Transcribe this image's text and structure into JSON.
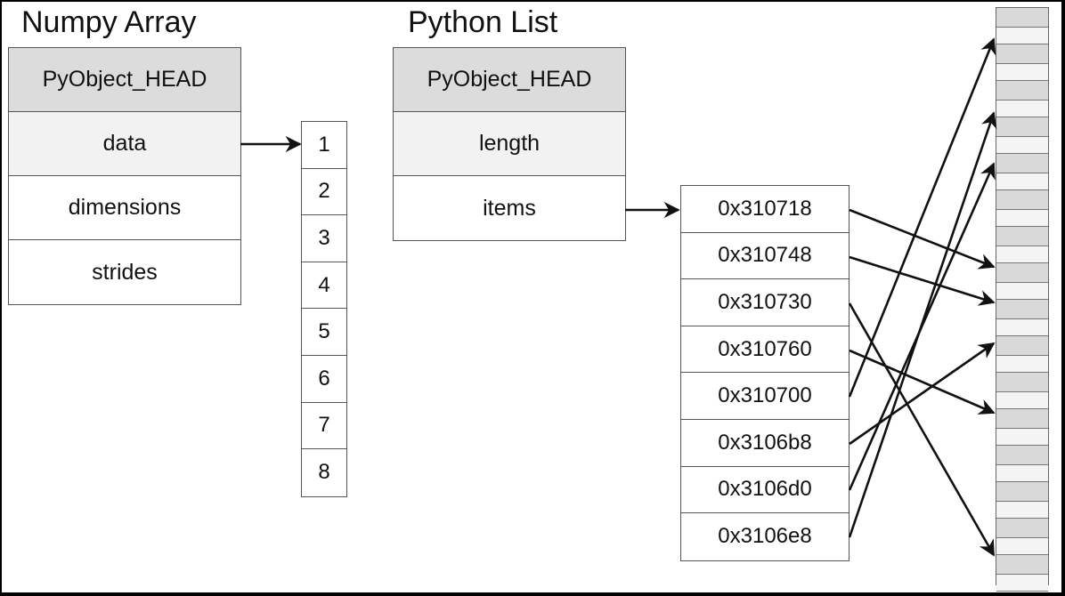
{
  "numpy": {
    "title": "Numpy Array",
    "fields": [
      "PyObject_HEAD",
      "data",
      "dimensions",
      "strides"
    ]
  },
  "values": [
    "1",
    "2",
    "3",
    "4",
    "5",
    "6",
    "7",
    "8"
  ],
  "pylist": {
    "title": "Python List",
    "fields": [
      "PyObject_HEAD",
      "length",
      "items"
    ]
  },
  "addresses": [
    "0x310718",
    "0x310748",
    "0x310730",
    "0x310760",
    "0x310700",
    "0x3106b8",
    "0x3106d0",
    "0x3106e8"
  ],
  "colors": {
    "header_fill": "#dcdcdc",
    "alt_fill": "#f2f2f2",
    "border": "#555555",
    "arrow": "#111111"
  }
}
